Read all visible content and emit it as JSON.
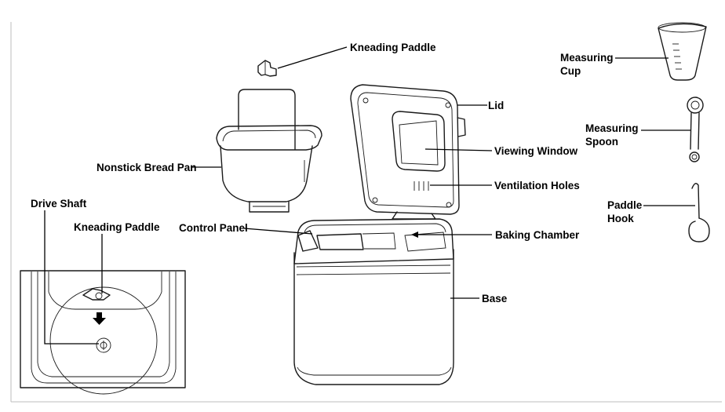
{
  "labels": {
    "kneading_paddle_top": "Kneading Paddle",
    "lid": "Lid",
    "viewing_window": "Viewing Window",
    "nonstick_bread_pan": "Nonstick Bread Pan",
    "ventilation_holes": "Ventilation Holes",
    "drive_shaft": "Drive Shaft",
    "kneading_paddle_inset": "Kneading Paddle",
    "control_panel": "Control Panel",
    "baking_chamber": "Baking Chamber",
    "base": "Base",
    "measuring_cup_line1": "Measuring",
    "measuring_cup_line2": "Cup",
    "measuring_spoon_line1": "Measuring",
    "measuring_spoon_line2": "Spoon",
    "paddle_hook_line1": "Paddle",
    "paddle_hook_line2": "Hook"
  }
}
